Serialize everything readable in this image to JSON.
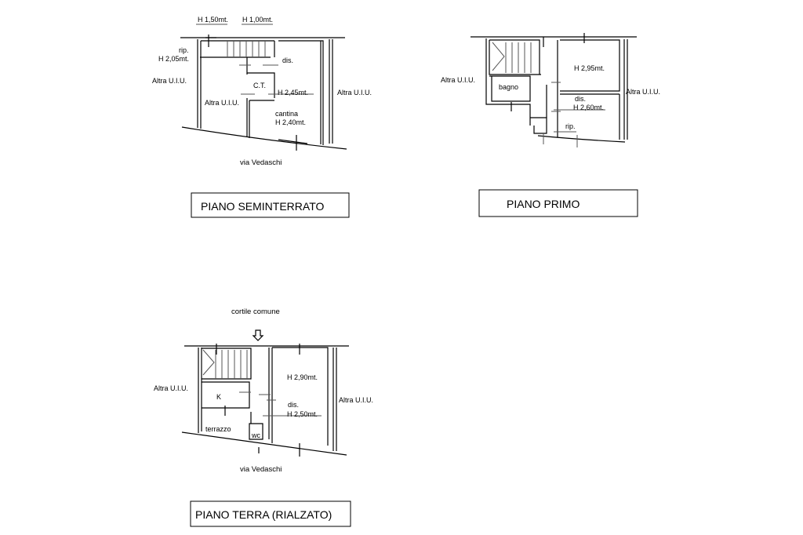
{
  "plans": {
    "seminterrato": {
      "title": "PIANO SEMINTERRATO",
      "labels": {
        "h150": "H 1,50mt.",
        "h100": "H 1,00mt.",
        "rip": "rip.",
        "h205": "H 2,05mt.",
        "altra_left": "Altra U.I.U.",
        "altra_center": "Altra U.I.U.",
        "altra_right": "Altra U.I.U.",
        "dis": "dis.",
        "ct": "C.T.",
        "h245": "H 2,45mt.",
        "cantina": "cantina",
        "h240": "H 2,40mt.",
        "street": "via Vedaschi"
      }
    },
    "primo": {
      "title": "PIANO PRIMO",
      "labels": {
        "altra_left": "Altra U.I.U.",
        "altra_right": "Altra U.I.U.",
        "bagno": "bagno",
        "h295": "H 2,95mt.",
        "dis": "dis.",
        "h260": "H 2,60mt.",
        "rip": "rip."
      }
    },
    "terra": {
      "title": "PIANO TERRA (RIALZATO)",
      "labels": {
        "cortile": "cortile comune",
        "altra_left": "Altra U.I.U.",
        "altra_right": "Altra U.I.U.",
        "h290": "H 2,90mt.",
        "k": "K",
        "dis": "dis.",
        "h250": "H 2,50mt.",
        "terrazzo": "terrazzo",
        "wc": "wc",
        "street": "via Vedaschi"
      }
    }
  }
}
